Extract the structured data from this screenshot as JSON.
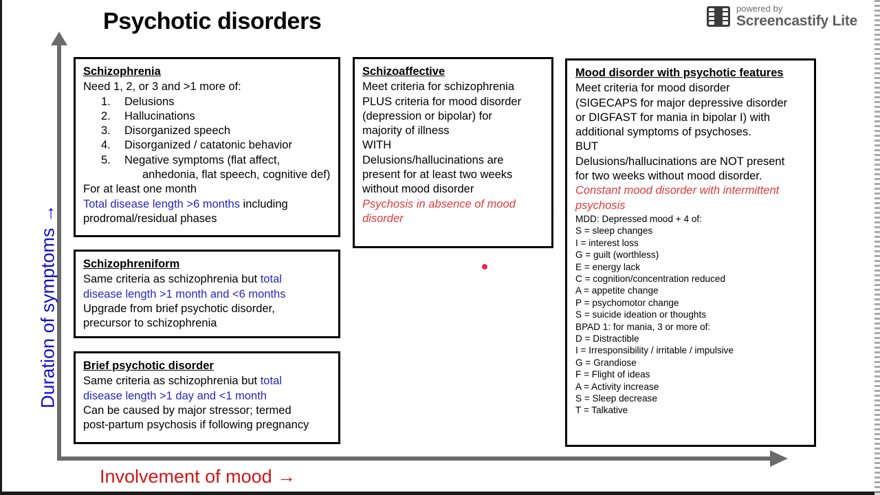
{
  "slide": {
    "title": "Psychotic disorders"
  },
  "watermark": {
    "icon": "filmstrip-icon",
    "powered_by": "powered by",
    "brand": "Screencastify Lite"
  },
  "axes": {
    "y_label": "Duration of symptoms →",
    "y_color": "#1010d0",
    "x_label": "Involvement of mood →",
    "x_color": "#d31515",
    "axis_color": "#6b6b6b"
  },
  "colors": {
    "blue_highlight": "#2626c8",
    "red_italic": "#e03a3a",
    "box_border": "#000000",
    "cursor_dot": "#f0244a"
  },
  "boxes": {
    "schizophrenia": {
      "header": "Schizophrenia",
      "intro": "Need 1, 2, or 3 and >1 more of:",
      "criteria": [
        {
          "num": "1.",
          "text": "Delusions"
        },
        {
          "num": "2.",
          "text": "Hallucinations"
        },
        {
          "num": "3.",
          "text": "Disorganized speech"
        },
        {
          "num": "4.",
          "text": "Disorganized / catatonic behavior"
        },
        {
          "num": "5.",
          "text": "Negative symptoms (flat affect,",
          "cont": "anhedonia, flat speech, cognitive def)"
        }
      ],
      "line_duration": "For at least one month",
      "highlight": "Total disease length >6 months",
      "highlight_tail": " including",
      "tail_line": "prodromal/residual phases"
    },
    "schizophreniform": {
      "header": "Schizophreniform",
      "line1_plain": "Same criteria as schizophrenia but ",
      "line1_highlight": "total",
      "line2_highlight": "disease length >1 month and <6 months",
      "line3": "Upgrade from brief psychotic disorder,",
      "line4": "precursor to schizophrenia"
    },
    "brief_psychotic": {
      "header": "Brief psychotic disorder",
      "line1_plain": "Same criteria as schizophrenia but ",
      "line1_highlight": "total",
      "line2_highlight": "disease length >1 day and <1 month",
      "line3": "Can be caused by major stressor; termed",
      "line4": "post-partum psychosis if following pregnancy"
    },
    "schizoaffective": {
      "header": "Schizoaffective",
      "lines": [
        "Meet criteria for schizophrenia",
        "PLUS criteria for mood disorder",
        "(depression or bipolar) for",
        "majority of illness",
        "WITH",
        "Delusions/hallucinations are",
        "present for at least two weeks",
        "without mood disorder"
      ],
      "emphasis_line1": "Psychosis in absence of mood",
      "emphasis_line2": "disorder"
    },
    "mood_psychotic": {
      "header": "Mood disorder with psychotic features",
      "lines": [
        "Meet criteria for mood disorder",
        "(SIGECAPS for major depressive disorder",
        "or DIGFAST for mania in bipolar I) with",
        "additional symptoms of psychoses.",
        "BUT",
        "Delusions/hallucinations are NOT present",
        "for two weeks without mood disorder."
      ],
      "emphasis_line1": "Constant mood disorder with intermittent",
      "emphasis_line2": "psychosis",
      "sigecaps": {
        "head": "MDD: Depressed mood + 4 of:",
        "items": [
          "S = sleep changes",
          "I = interest loss",
          "G = guilt (worthless)",
          "E = energy lack",
          "C = cognition/concentration reduced",
          "A = appetite change",
          "P = psychomotor change",
          "S = suicide ideation or thoughts"
        ]
      },
      "digfast": {
        "head": "BPAD 1: for mania, 3 or more of:",
        "items": [
          "D = Distractible",
          "I = Irresponsibility / irritable / impulsive",
          "G = Grandiose",
          "F = Flight of ideas",
          "A = Activity increase",
          "S = Sleep decrease",
          "T = Talkative"
        ]
      }
    }
  }
}
